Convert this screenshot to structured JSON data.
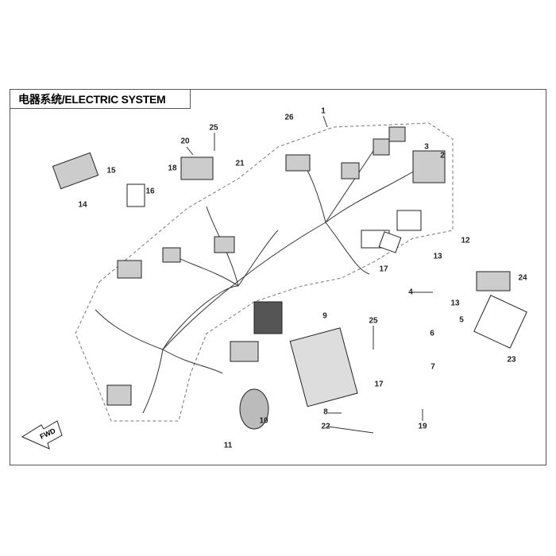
{
  "title": "电器系统/ELECTRIC SYSTEM",
  "fwd_label": "FWD",
  "callouts": [
    "1",
    "2",
    "3",
    "4",
    "5",
    "6",
    "7",
    "8",
    "9",
    "10",
    "11",
    "12",
    "13",
    "13",
    "14",
    "15",
    "16",
    "17",
    "17",
    "18",
    "19",
    "20",
    "21",
    "22",
    "23",
    "24",
    "25",
    "25",
    "26"
  ]
}
